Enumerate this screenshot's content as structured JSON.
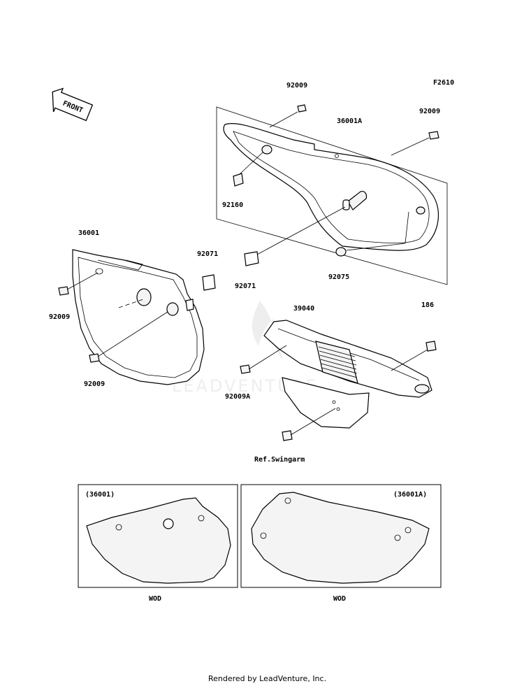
{
  "diagram_code": "F2610",
  "front_label": "FRONT",
  "watermark": "LEADVENTURE",
  "footer": "Rendered by LeadVenture, Inc.",
  "callouts": {
    "bolt_top": "92009",
    "cover_right": "36001A",
    "bolt_right": "92009",
    "grommet_92160": "92160",
    "cover_left": "36001",
    "damper_left": "92071",
    "bolt_left_upper": "92009",
    "bolt_left_lower": "92009",
    "damper_center": "92071",
    "grommet_92075": "92075",
    "guard": "39040",
    "bolt_186": "186",
    "bolt_guard": "92009A",
    "ref_swingarm": "Ref.Swingarm"
  },
  "panels": {
    "left": {
      "code": "(36001)",
      "caption": "WOD"
    },
    "right": {
      "code": "(36001A)",
      "caption": "WOD"
    }
  }
}
